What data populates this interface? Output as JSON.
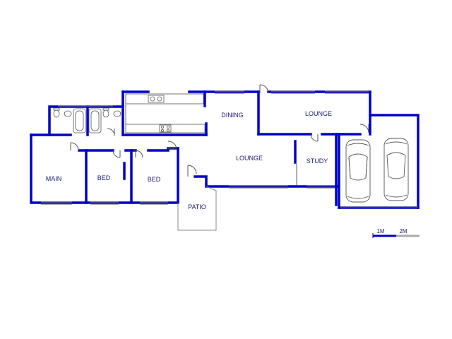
{
  "colors": {
    "wall": "#0000cc",
    "fixture": "#555555",
    "window": "#777777",
    "label": "#1a1a7a",
    "background": "#ffffff",
    "scale_dark": "#0000cc",
    "scale_light": "#aaaaaa"
  },
  "rooms": {
    "main": "MAIN",
    "bed1": "BED",
    "bed2": "BED",
    "dining": "DINING",
    "lounge_top": "LOUNGE",
    "lounge_mid": "LOUNGE",
    "study": "STUDY",
    "patio": "PATIO"
  },
  "scale": {
    "label_1": "1M",
    "label_2": "2M"
  }
}
